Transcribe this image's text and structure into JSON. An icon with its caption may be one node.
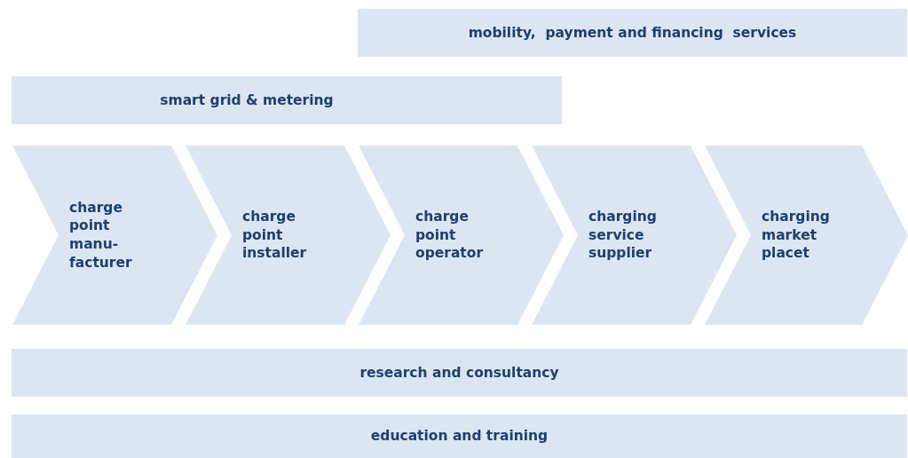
{
  "diagram": {
    "nodes": [
      {
        "text": [
          "mobility,  payment and financing  services"
        ]
      },
      {
        "text": [
          "smart grid & metering"
        ]
      },
      {
        "text": [
          "charge point manu- facturer"
        ]
      },
      {
        "text": [
          "charge point installer"
        ]
      },
      {
        "text": [
          "charge point operator"
        ]
      },
      {
        "text": [
          "charging service supplier"
        ]
      },
      {
        "text": [
          "charging market placet"
        ]
      },
      {
        "text": [
          "research and consultancy"
        ]
      },
      {
        "text": [
          "education and training"
        ]
      }
    ]
  }
}
